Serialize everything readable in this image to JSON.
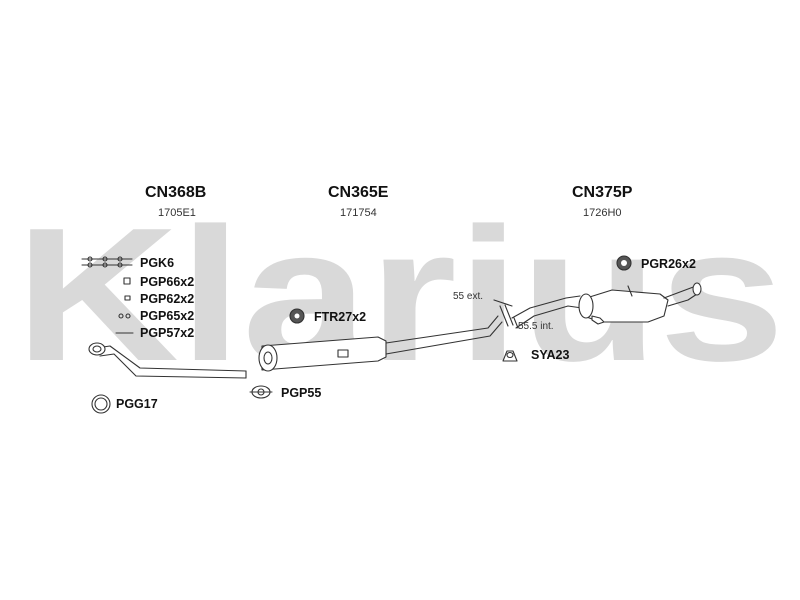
{
  "watermark": {
    "text": "Klarius",
    "color": "#d9d9d9"
  },
  "sections": [
    {
      "code": "CN368B",
      "ref": "1705E1"
    },
    {
      "code": "CN365E",
      "ref": "171754"
    },
    {
      "code": "CN375P",
      "ref": "1726H0"
    }
  ],
  "fittings": {
    "pgk": "PGK6",
    "pgp66": "PGP66x2",
    "pgp62": "PGP62x2",
    "pgp65": "PGP65x2",
    "pgp57": "PGP57x2",
    "pgg": "PGG17",
    "ftr": "FTR27x2",
    "pgp55": "PGP55",
    "sya": "SYA23",
    "pgr": "PGR26x2"
  },
  "dimensions": {
    "ext": "55 ext.",
    "int": "55.5 int."
  },
  "colors": {
    "line": "#333333",
    "fill": "#ffffff",
    "gasket": "#555555"
  }
}
